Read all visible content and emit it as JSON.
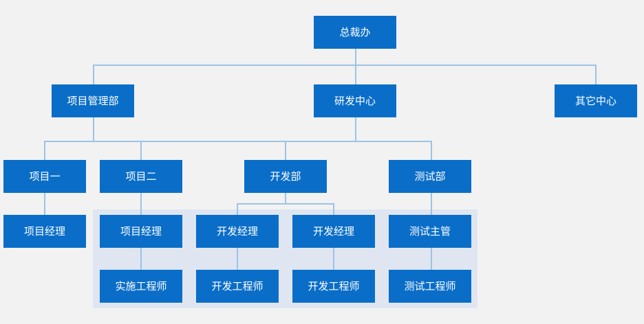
{
  "org_chart": {
    "nodes": {
      "ceo_office": "总裁办",
      "project_management_dept": "项目管理部",
      "rd_center": "研发中心",
      "other_center": "其它中心",
      "project_one": "项目一",
      "project_two": "项目二",
      "development_dept": "开发部",
      "testing_dept": "测试部",
      "project_one_manager": "项目经理",
      "project_two_manager": "项目经理",
      "development_manager_1": "开发经理",
      "development_manager_2": "开发经理",
      "testing_supervisor": "测试主管",
      "implementation_engineer": "实施工程师",
      "development_engineer_1": "开发工程师",
      "development_engineer_2": "开发工程师",
      "testing_engineer": "测试工程师"
    },
    "colors": {
      "background": "#f2f2f2",
      "node": "#0a6ec8",
      "connector": "#9cc3e5",
      "group_background": "#dfe6f1"
    }
  }
}
